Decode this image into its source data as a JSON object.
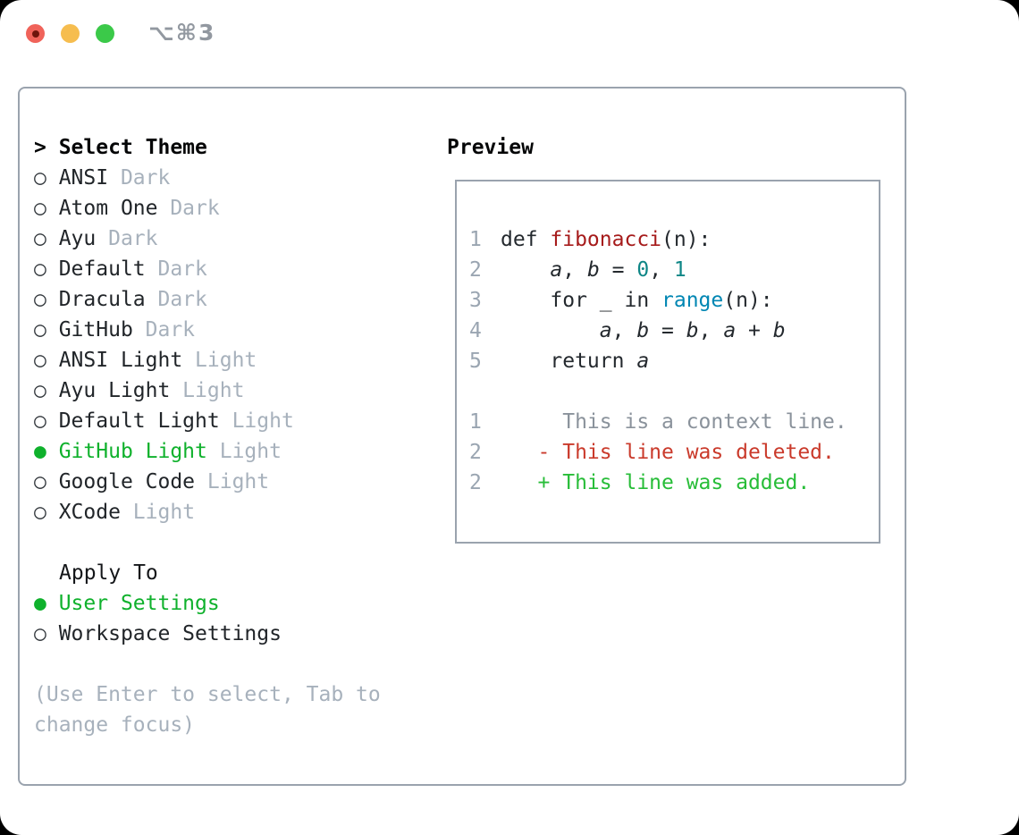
{
  "window": {
    "title": "⌥⌘3"
  },
  "titlebar_icons": [
    {
      "name": "close-button",
      "color": "#f0635a"
    },
    {
      "name": "minimize-button",
      "color": "#f6bd4f"
    },
    {
      "name": "zoom-button",
      "color": "#3bc949"
    }
  ],
  "theme_list": {
    "prompt": "> ",
    "header": "Select Theme",
    "radio_unselected_icon": "○",
    "radio_selected_icon": "●",
    "items": [
      {
        "name": "ANSI",
        "tag": "Dark",
        "selected": false
      },
      {
        "name": "Atom One",
        "tag": "Dark",
        "selected": false
      },
      {
        "name": "Ayu",
        "tag": "Dark",
        "selected": false
      },
      {
        "name": "Default",
        "tag": "Dark",
        "selected": false
      },
      {
        "name": "Dracula",
        "tag": "Dark",
        "selected": false
      },
      {
        "name": "GitHub",
        "tag": "Dark",
        "selected": false
      },
      {
        "name": "ANSI Light",
        "tag": "Light",
        "selected": false
      },
      {
        "name": "Ayu Light",
        "tag": "Light",
        "selected": false
      },
      {
        "name": "Default Light",
        "tag": "Light",
        "selected": false
      },
      {
        "name": "GitHub Light",
        "tag": "Light",
        "selected": true
      },
      {
        "name": "Google Code",
        "tag": "Light",
        "selected": false
      },
      {
        "name": "XCode",
        "tag": "Light",
        "selected": false
      }
    ]
  },
  "apply_to": {
    "header": "Apply To",
    "options": [
      {
        "label": "User Settings",
        "selected": true
      },
      {
        "label": "Workspace Settings",
        "selected": false
      }
    ]
  },
  "hint_lines": [
    "(Use Enter to select, Tab to",
    "change focus)"
  ],
  "preview": {
    "header": "Preview",
    "lines": [
      {
        "no": "1",
        "kind": "code",
        "tokens": [
          {
            "text": "def ",
            "style": "plain"
          },
          {
            "text": "fibonacci",
            "style": "func"
          },
          {
            "text": "(n):",
            "style": "plain"
          }
        ]
      },
      {
        "no": "2",
        "kind": "code",
        "tokens": [
          {
            "text": "    ",
            "style": "plain"
          },
          {
            "text": "a",
            "style": "var"
          },
          {
            "text": ", ",
            "style": "plain"
          },
          {
            "text": "b",
            "style": "var"
          },
          {
            "text": " = ",
            "style": "plain"
          },
          {
            "text": "0",
            "style": "numlit"
          },
          {
            "text": ", ",
            "style": "plain"
          },
          {
            "text": "1",
            "style": "numlit"
          }
        ]
      },
      {
        "no": "3",
        "kind": "code",
        "tokens": [
          {
            "text": "    for _ in ",
            "style": "plain"
          },
          {
            "text": "range",
            "style": "call"
          },
          {
            "text": "(n):",
            "style": "plain"
          }
        ]
      },
      {
        "no": "4",
        "kind": "code",
        "tokens": [
          {
            "text": "        ",
            "style": "plain"
          },
          {
            "text": "a",
            "style": "var"
          },
          {
            "text": ", ",
            "style": "plain"
          },
          {
            "text": "b",
            "style": "var"
          },
          {
            "text": " = ",
            "style": "plain"
          },
          {
            "text": "b",
            "style": "var"
          },
          {
            "text": ", ",
            "style": "plain"
          },
          {
            "text": "a",
            "style": "var"
          },
          {
            "text": " + ",
            "style": "plain"
          },
          {
            "text": "b",
            "style": "var"
          }
        ]
      },
      {
        "no": "5",
        "kind": "code",
        "tokens": [
          {
            "text": "    return ",
            "style": "plain"
          },
          {
            "text": "a",
            "style": "var"
          }
        ]
      },
      {
        "no": "",
        "kind": "blank",
        "tokens": []
      },
      {
        "no": "1",
        "kind": "diff-context",
        "tokens": [
          {
            "text": "     This is a context line.",
            "style": "ctx"
          }
        ]
      },
      {
        "no": "2",
        "kind": "diff-deleted",
        "tokens": [
          {
            "text": "   - This line was deleted.",
            "style": "del"
          }
        ]
      },
      {
        "no": "2",
        "kind": "diff-added",
        "tokens": [
          {
            "text": "   + This line was added.",
            "style": "add"
          }
        ]
      }
    ]
  },
  "colors": {
    "accent_green": "#0fb12c",
    "text_dark": "#212529",
    "dim_gray": "#a7b1bc",
    "border_gray": "#9aa3ae",
    "function_red": "#a61b1b",
    "number_teal": "#0e8686",
    "call_blue": "#0086b3",
    "context_gray": "#8a929b",
    "deleted_red": "#ca3a2b",
    "added_green": "#27bd38",
    "traffic_red": "#f0635a",
    "traffic_yellow": "#f6bd4f",
    "traffic_green": "#3bc949"
  }
}
